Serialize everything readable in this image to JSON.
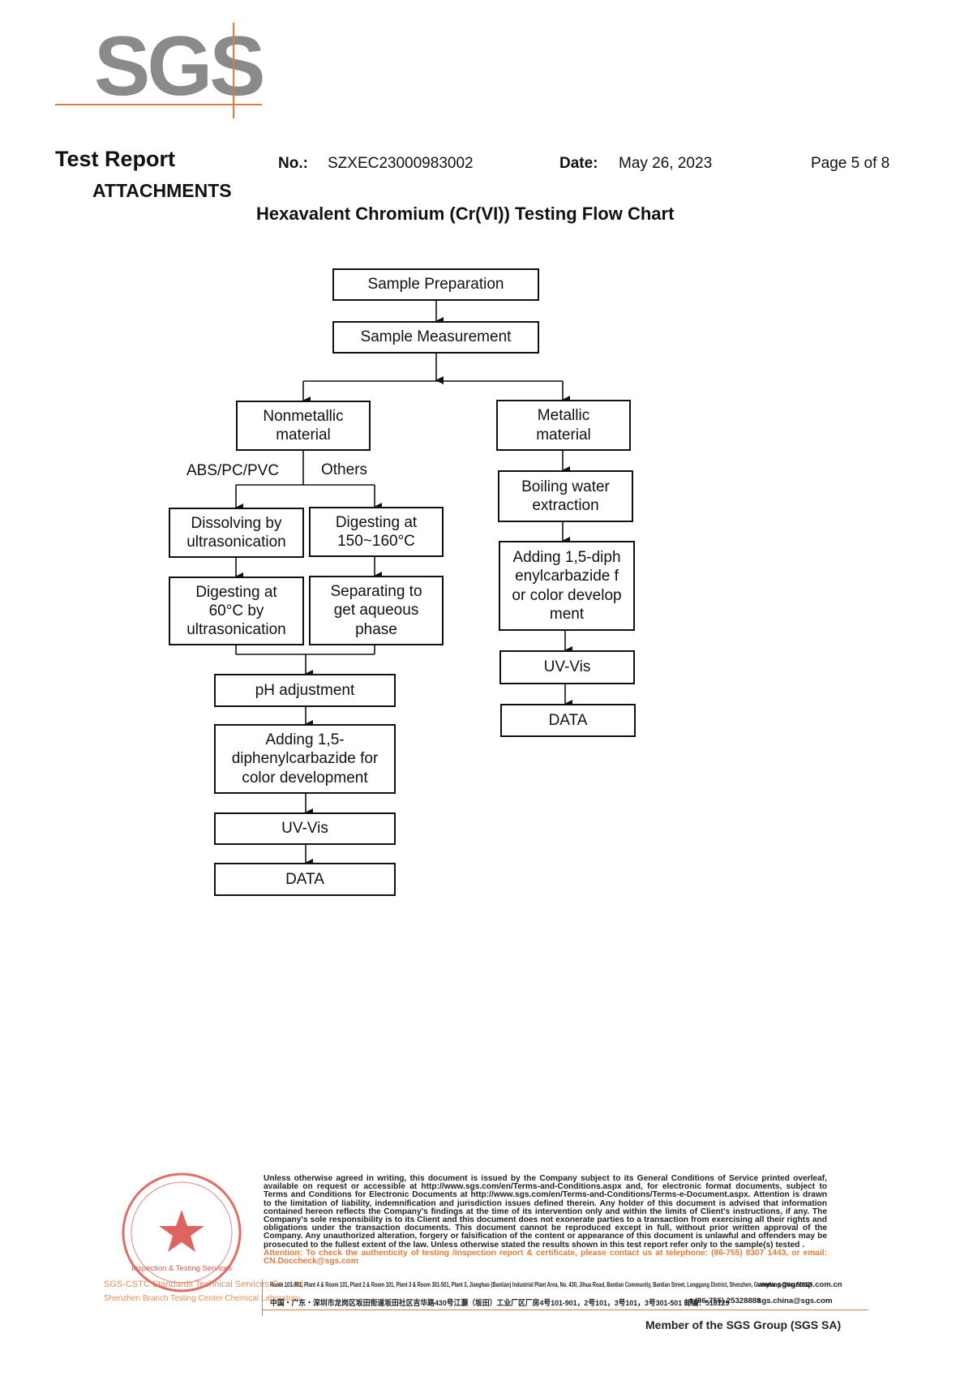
{
  "header": {
    "logo_text": "SGS",
    "title": "Test Report",
    "no_label": "No.:",
    "no_value": "SZXEC23000983002",
    "date_label": "Date:",
    "date_value": "May 26, 2023",
    "page": "Page 5 of 8",
    "section": "ATTACHMENTS",
    "heading": "Hexavalent Chromium (Cr(VI)) Testing Flow Chart"
  },
  "flow": {
    "sample_prep": "Sample Preparation",
    "sample_meas": "Sample Measurement",
    "nonmetallic": "Nonmetallic material",
    "metallic": "Metallic material",
    "branch_abs": "ABS/PC/PVC",
    "branch_others": "Others",
    "dissolving": "Dissolving by ultrasonication",
    "digesting_150": "Digesting at 150~160°C",
    "digesting_60": "Digesting at 60°C by ultrasonication",
    "separating": "Separating to get aqueous phase",
    "ph": "pH adjustment",
    "adding_left": "Adding 1,5-diphenylcarbazide for color development",
    "uvvis_left": "UV-Vis",
    "data_left": "DATA",
    "boiling": "Boiling water extraction",
    "adding_right": "Adding 1,5-diphenylcarbazide for color development",
    "uvvis_right": "UV-Vis",
    "data_right": "DATA"
  },
  "footer": {
    "disclaimer": "Unless otherwise agreed in writing, this document is issued by the Company subject to its General Conditions of Service printed overleaf, available on request or accessible at http://www.sgs.com/en/Terms-and-Conditions.aspx and, for electronic format documents, subject to Terms and Conditions for Electronic Documents at http://www.sgs.com/en/Terms-and-Conditions/Terms-e-Document.aspx. Attention is drawn to the limitation of liability, indemnification and jurisdiction issues defined therein. Any holder of this document is advised that information contained hereon reflects the Company's findings at the time of its intervention only and within the limits of Client's instructions, if any. The Company's sole responsibility is to its Client and this document does not exonerate parties to a transaction from exercising all their rights and obligations under the transaction documents. This document cannot be reproduced except in full, without prior written approval of the Company. Any unauthorized alteration, forgery or falsification of the content or appearance of this document is unlawful and offenders may be prosecuted to the fullest extent of the law. Unless otherwise stated the results shown in this test report refer only to the sample(s) tested .",
    "attention": "Attention: To check the authenticity of testing /inspection report & certificate, please contact us at telephone: (86-755) 8307 1443, or email: CN.Doccheck@sgs.com",
    "address_en": "Room 101-901, Plant 4 & Room 101, Plant 2 & Room 101, Plant 3 & Room 301-501, Plant 3, Jianghao (Bantian) Industrial Plant Area, No. 430, Jihua Road, Bantian Community, Bantian Street, Longgang District, Shenzhen, Guangdong, China 518129",
    "address_cn": "中国・广东・深圳市龙岗区坂田街道坂田社区吉华路430号江灏（坂田）工业厂区厂房4号101-901，2号101，3号101，3号301-501 邮编：518129",
    "website": "www.sgsgroup.com.cn",
    "telephone": "t (86-755) 25328888",
    "email": "sgs.china@sgs.com",
    "member": "Member of the SGS Group (SGS SA)",
    "stamp_company": "SGS-CSTC Standards Technical Services Co., Ltd.",
    "stamp_branch": "Shenzhen Branch Testing Center Chemical Laboratory",
    "stamp_inner": "Inspection & Testing Services"
  }
}
